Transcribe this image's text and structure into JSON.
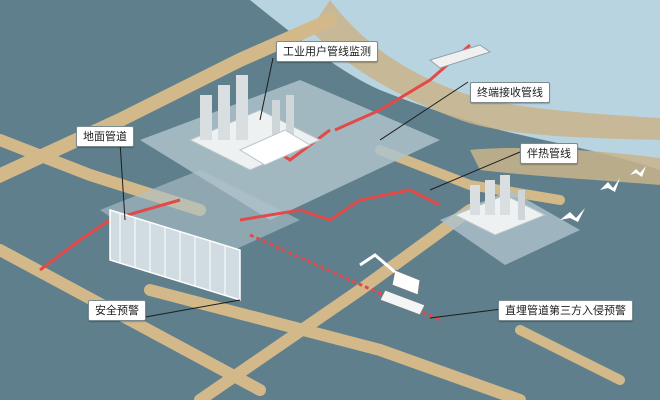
{
  "labels": {
    "industrial_monitoring": "工业用户管线监测",
    "terminal_pipeline": "终端接收管线",
    "ground_pipeline": "地面管道",
    "heat_tracing": "伴热管线",
    "safety_warning": "安全预警",
    "third_party_intrusion": "直埋管道第三方入侵预警"
  },
  "colors": {
    "land": "#5f7f8c",
    "sea": "#b9d4e1",
    "road": "#d3b98a",
    "plaza": "#aec2ca",
    "pipeline": "#e24a4a",
    "building": "#e8ebec",
    "callout_bg": "#ffffff"
  }
}
